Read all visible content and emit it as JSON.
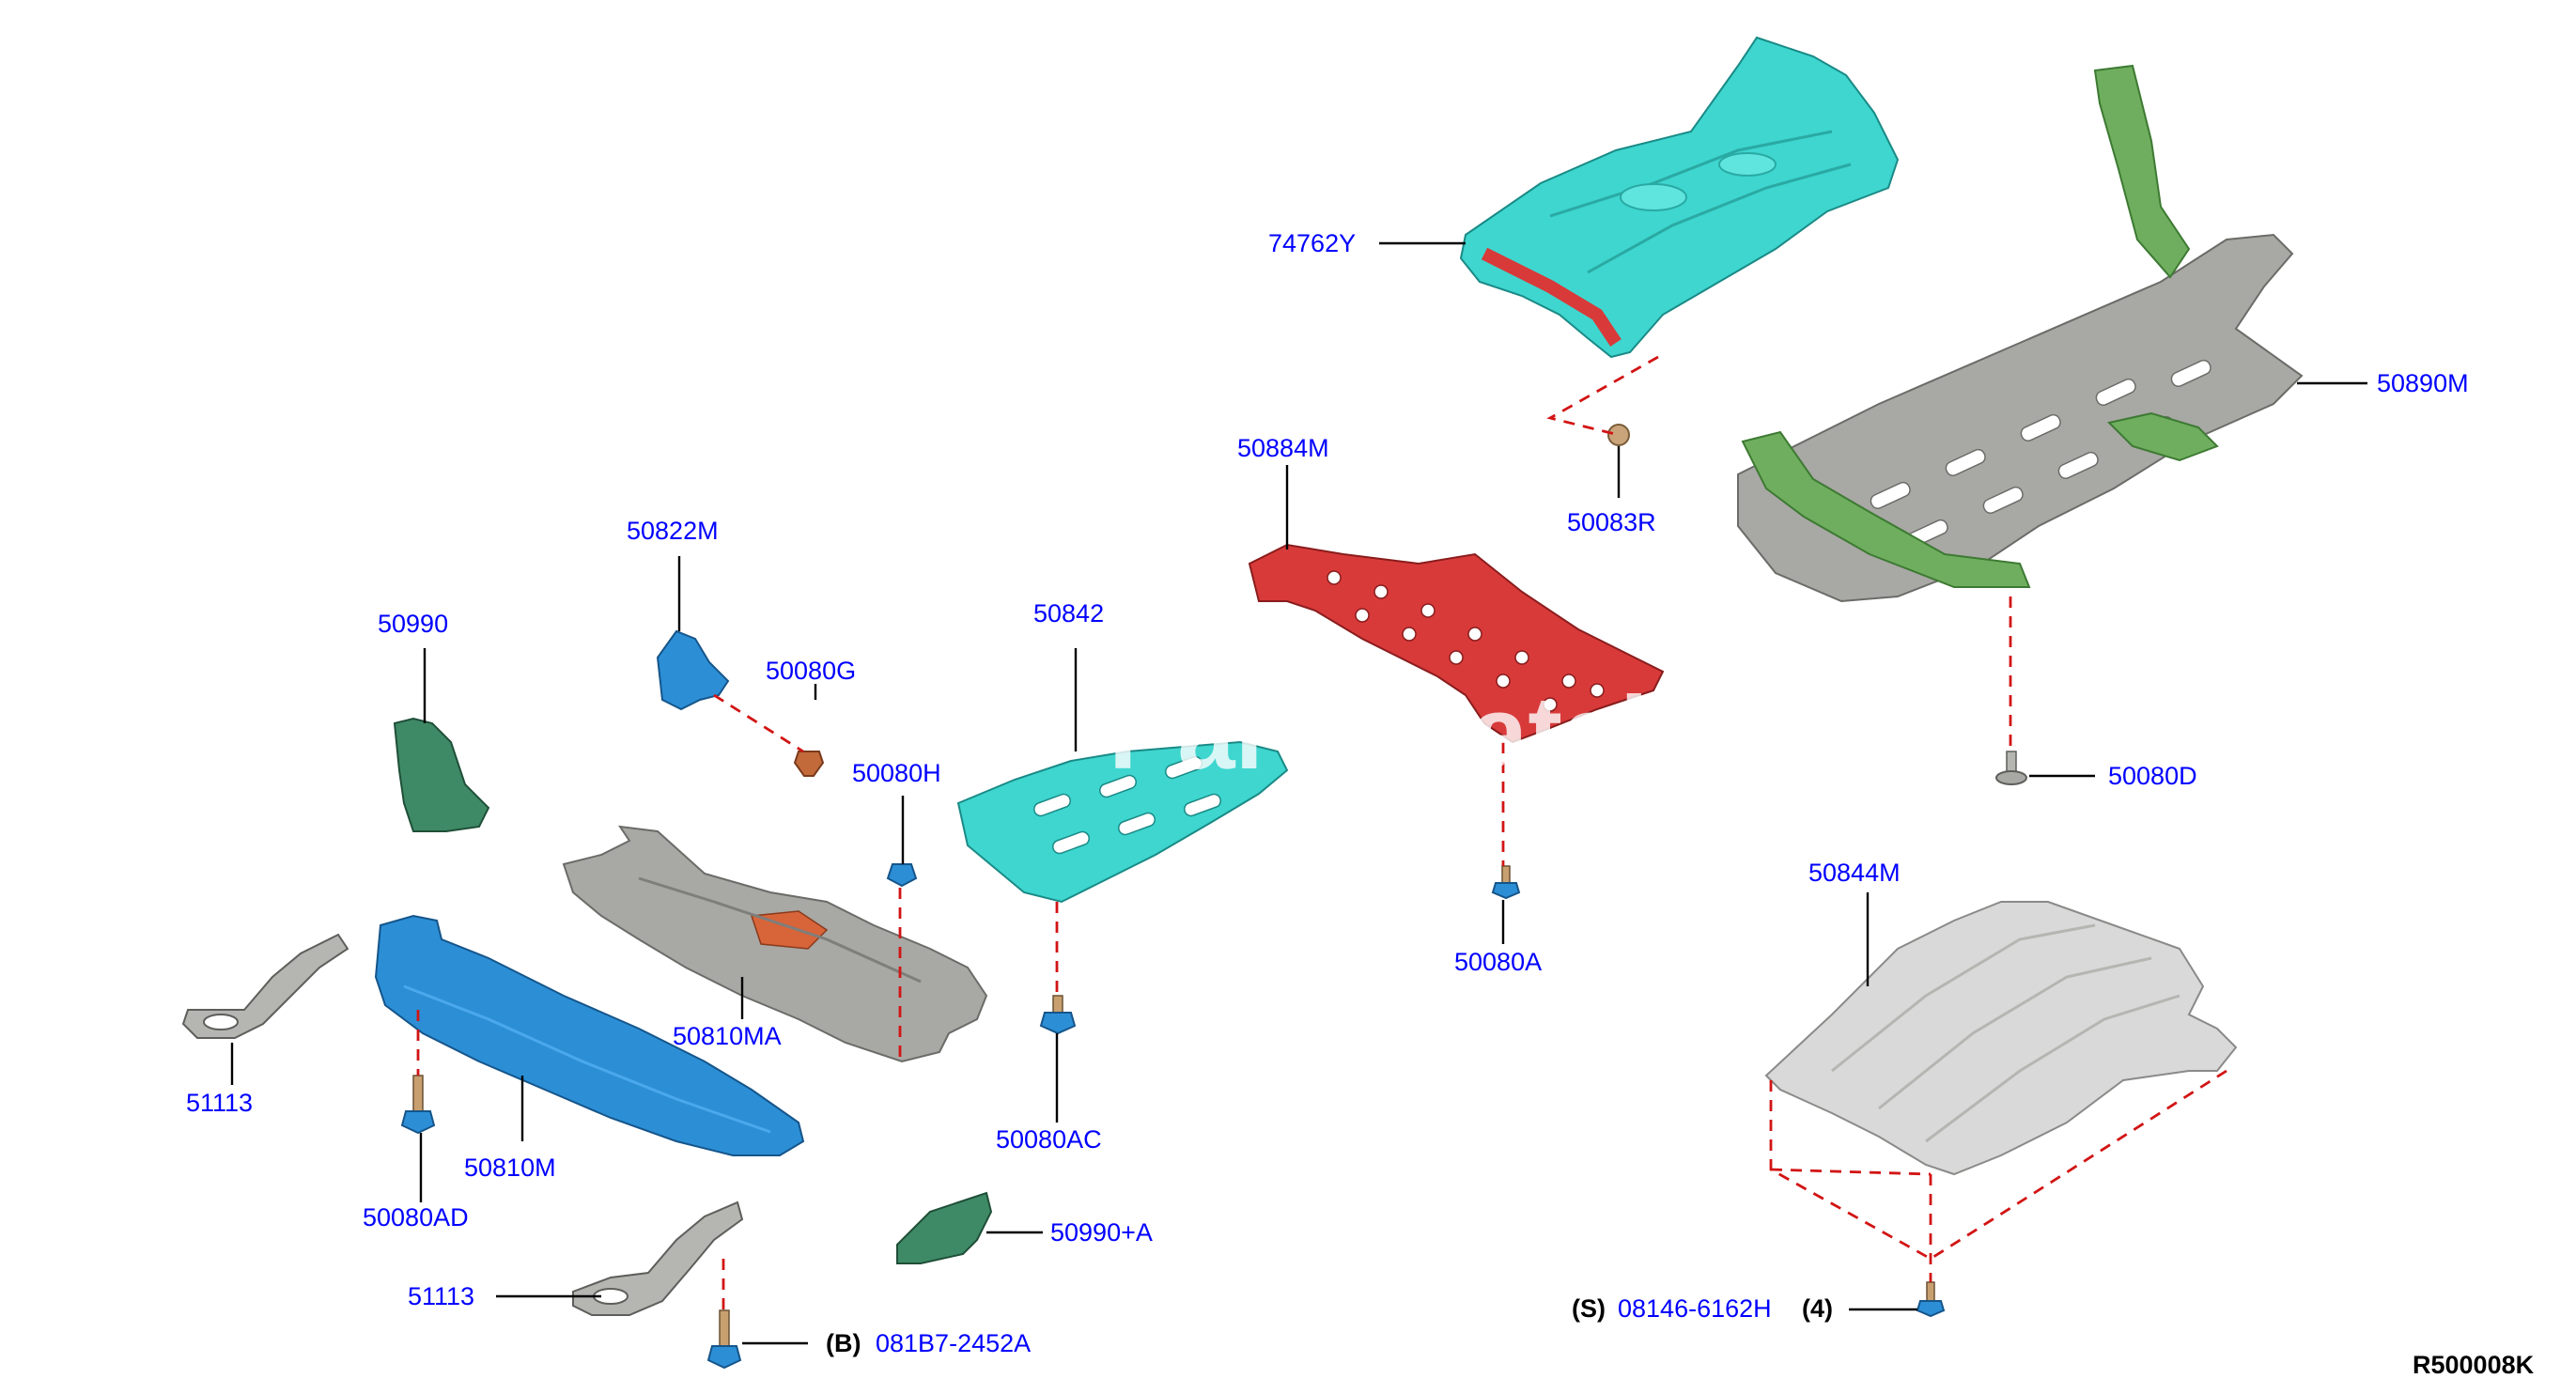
{
  "diagram": {
    "reference_code": "R500008K",
    "watermark": "Parts.Catal",
    "part_labels": {
      "p74762y": "74762Y",
      "p50890m": "50890M",
      "p50884m": "50884M",
      "p50083r": "50083R",
      "p50822m": "50822M",
      "p50990": "50990",
      "p50080g": "50080G",
      "p50842": "50842",
      "p50080h": "50080H",
      "p50080d": "50080D",
      "p50844m": "50844M",
      "p50080a": "50080A",
      "p50810ma": "50810MA",
      "p51113_top": "51113",
      "p50810m": "50810M",
      "p50080ac": "50080AC",
      "p50080ad": "50080AD",
      "p50990a": "50990+A",
      "p51113_bottom": "51113",
      "p081b7": "081B7-2452A",
      "p08146": "08146-6162H"
    },
    "prefixes": {
      "b": "(B)",
      "s": "(S)"
    },
    "suffixes": {
      "qty4": "(4)"
    }
  },
  "colors": {
    "label_blue": "#0000ff",
    "dash_red": "#d21414",
    "cyan_part": "#3ed6cf",
    "red_part": "#d83a3a",
    "blue_part": "#2c8fd6",
    "grey_part": "#a8a8a4",
    "green_part": "#6fae5e",
    "light_grey_part": "#d9d9d9"
  }
}
